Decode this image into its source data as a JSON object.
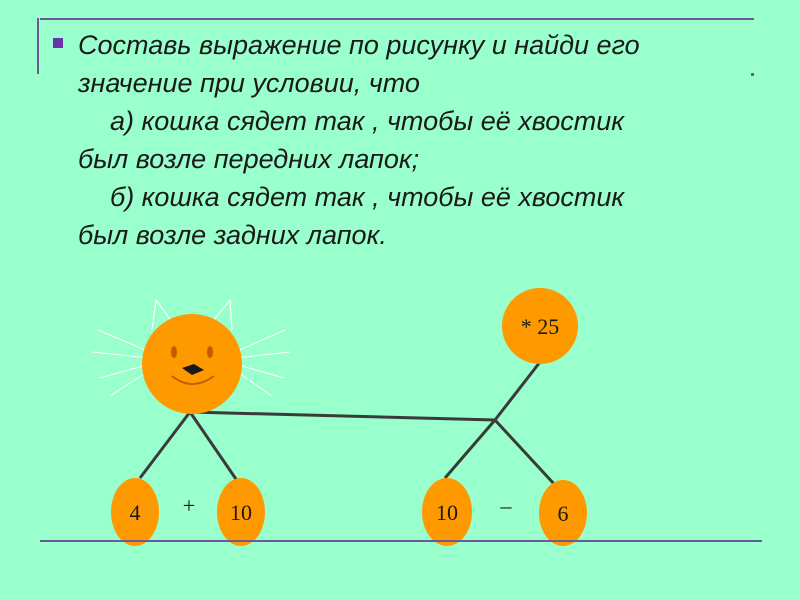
{
  "slide": {
    "line1": "Составь выражение по рисунку и найди его",
    "line2": "значение при условии, что",
    "line3": "а) кошка сядет так , чтобы её хвостик",
    "line4": "был возле передних лапок;",
    "line5": "б) кошка сядет так , чтобы её хвостик",
    "line6": "был возле задних лапок."
  },
  "cat": {
    "tail_label": "* 25",
    "front_left_value": "4",
    "front_op": "+",
    "front_right_value": "10",
    "back_left_value": "10",
    "back_op": "–",
    "back_right_value": "6"
  },
  "colors": {
    "background": "#99FFCC",
    "orange": "#FF9900",
    "rule": "#6B5A9A",
    "bullet": "#6633AA"
  }
}
